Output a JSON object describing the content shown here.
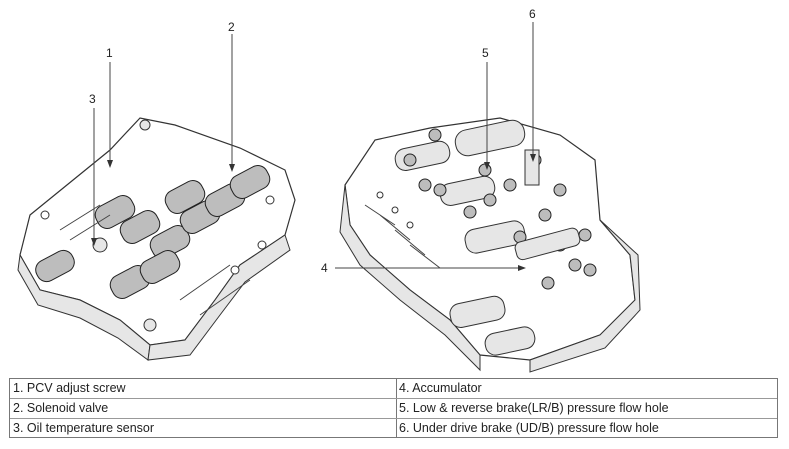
{
  "callouts": {
    "c1": "1",
    "c2": "2",
    "c3": "3",
    "c4": "4",
    "c5": "5",
    "c6": "6"
  },
  "legend": {
    "left": [
      "1. PCV adjust screw",
      "2. Solenoid valve",
      "3. Oil temperature sensor"
    ],
    "right": [
      "4. Accumulator",
      "5. Low & reverse brake(LR/B) pressure flow hole",
      "6. Under drive brake (UD/B) pressure flow hole"
    ]
  },
  "colors": {
    "line": "#444444",
    "border": "#777777"
  }
}
